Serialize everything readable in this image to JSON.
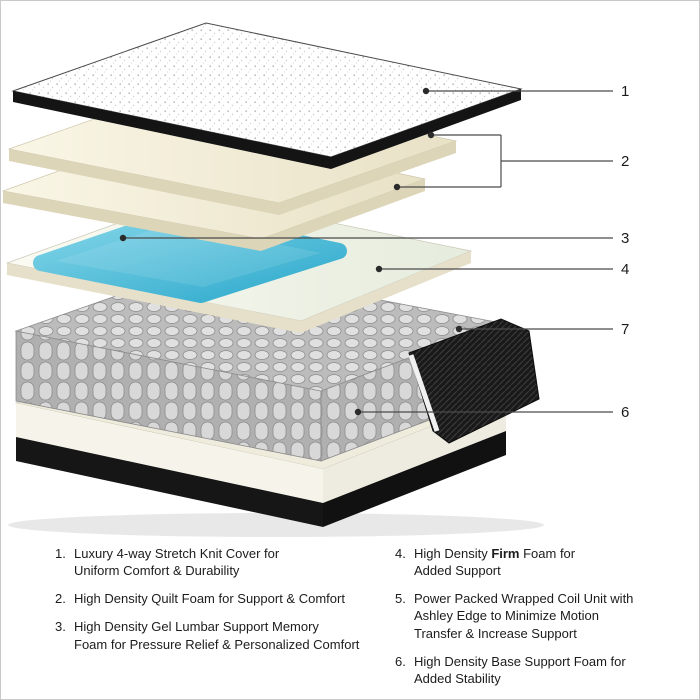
{
  "diagram": {
    "title": "mattress exploded layer diagram",
    "callouts": [
      {
        "number": "1",
        "target": "knit-cover"
      },
      {
        "number": "2",
        "target": "quilt-foam-layers"
      },
      {
        "number": "3",
        "target": "gel-lumbar-memory-foam"
      },
      {
        "number": "4",
        "target": "firm-foam"
      },
      {
        "number": "7",
        "target": "wrapped-coil-unit"
      },
      {
        "number": "6",
        "target": "base-support-foam"
      }
    ],
    "layers": [
      "knit-cover",
      "quilt-foam-upper",
      "quilt-foam-lower",
      "gel-lumbar-memory-foam-pad",
      "firm-foam",
      "wrapped-coil-unit",
      "edge-support-fabric",
      "base-support-foam"
    ],
    "colors": {
      "cover_edge": "#141414",
      "foam_cream": "#efe8d0",
      "gel_blue": "#3fb8d8",
      "coil_gray": "#c9c9c9",
      "edge_fabric": "#1a1a1a",
      "base_edge": "#161616",
      "callout_line": "#4a4a4a"
    }
  },
  "legend": {
    "left": [
      {
        "number": "1.",
        "lines": [
          "Luxury 4-way Stretch Knit Cover for",
          "Uniform Comfort & Durability"
        ]
      },
      {
        "number": "2.",
        "lines": [
          "High Density Quilt Foam for Support & Comfort"
        ]
      },
      {
        "number": "3.",
        "lines": [
          "High Density Gel Lumbar Support Memory",
          "Foam for Pressure Relief & Personalized Comfort"
        ]
      }
    ],
    "right": [
      {
        "number": "4.",
        "before": "High Density ",
        "bold": "Firm",
        "after": " Foam for\nAdded Support"
      },
      {
        "number": "5.",
        "lines": [
          "Power Packed Wrapped Coil Unit with",
          "Ashley Edge to Minimize Motion",
          "Transfer & Increase Support"
        ]
      },
      {
        "number": "6.",
        "lines": [
          "High Density Base Support Foam for",
          "Added Stability"
        ]
      }
    ]
  }
}
